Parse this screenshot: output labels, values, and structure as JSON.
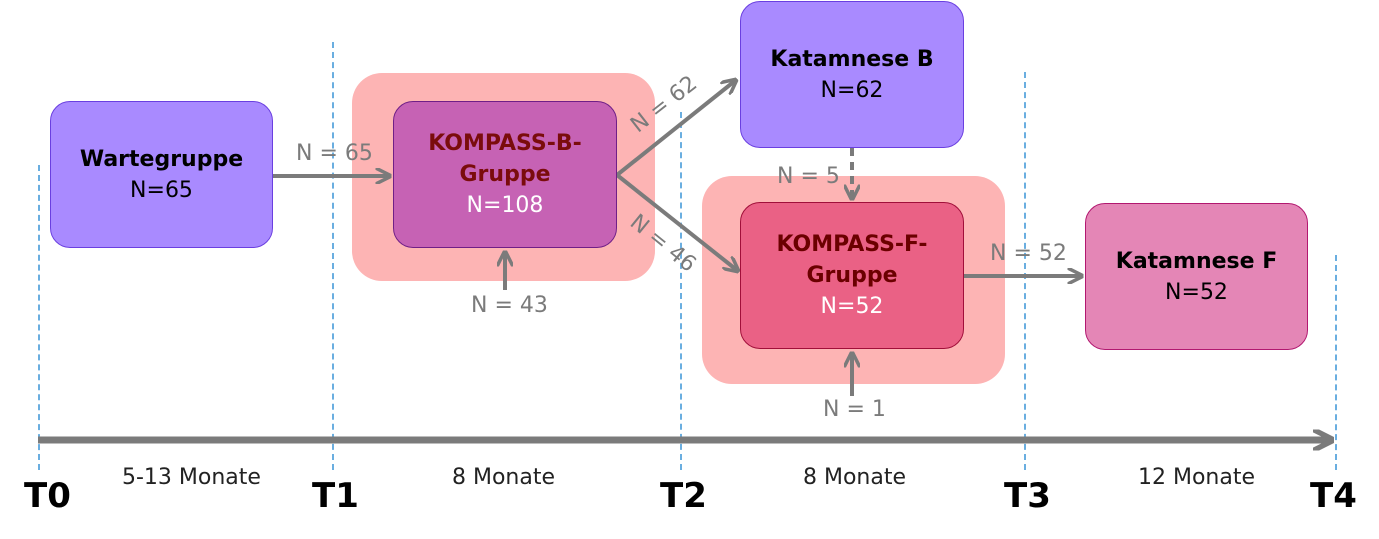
{
  "boxes": {
    "wartegruppe": {
      "title": "Wartegruppe",
      "n": "N=65"
    },
    "kompass_b": {
      "title_line1": "KOMPASS-B-",
      "title_line2": "Gruppe",
      "n": "N=108"
    },
    "katamnese_b": {
      "title": "Katamnese B",
      "n": "N=62"
    },
    "kompass_f": {
      "title_line1": "KOMPASS-F-",
      "title_line2": "Gruppe",
      "n": "N=52"
    },
    "katamnese_f": {
      "title": "Katamnese F",
      "n": "N=52"
    }
  },
  "flows": {
    "warte_to_b": "N = 65",
    "b_to_katb": "N = 62",
    "b_to_f": "N = 46",
    "katb_to_f": "N = 5",
    "into_b": "N = 43",
    "into_f": "N = 1",
    "f_to_katf": "N = 52"
  },
  "timeline": {
    "points": [
      "T0",
      "T1",
      "T2",
      "T3",
      "T4"
    ],
    "durations": [
      "5-13 Monate",
      "8 Monate",
      "8 Monate",
      "12 Monate"
    ]
  },
  "colors": {
    "purple_box": "#a98aff",
    "magenta_box": "#c662b4",
    "red_box": "#ea6185",
    "pink_box": "#e486b6",
    "halo": "#fdb4b4",
    "arrow": "#7b7b7b",
    "dashed_line": "#6aaee0"
  }
}
